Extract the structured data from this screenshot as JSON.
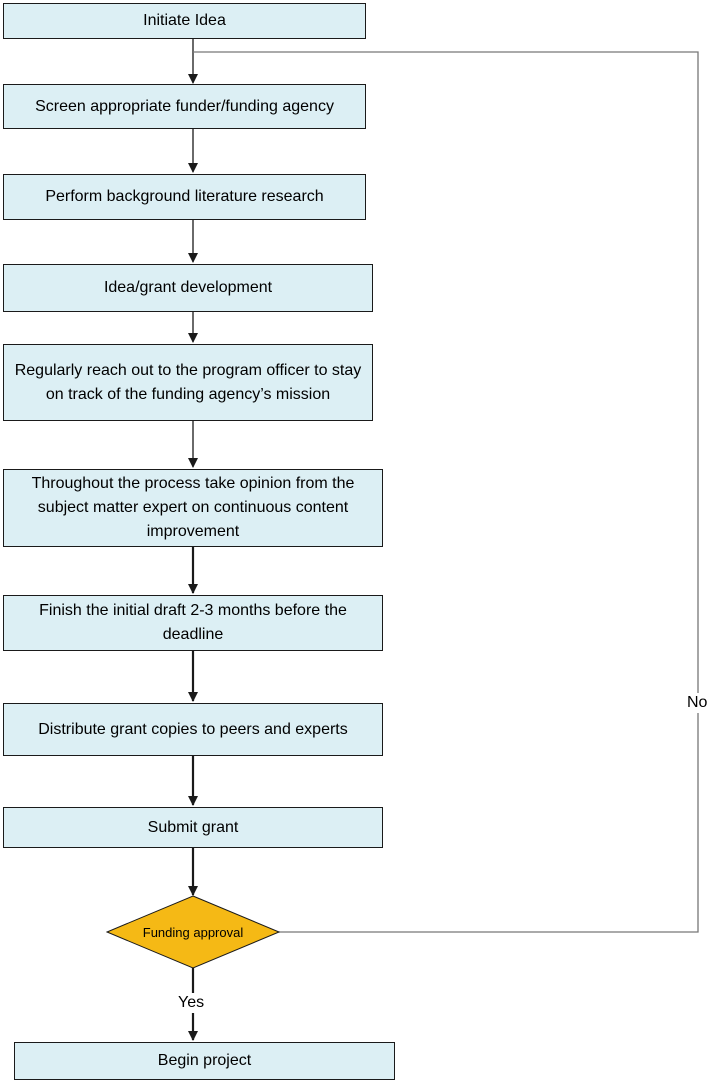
{
  "diagram": {
    "colors": {
      "box_fill": "#dcefF4",
      "decision_fill": "#f5b915",
      "line": "#1a1a1a",
      "loop_line": "#777777"
    },
    "steps": [
      "Initiate Idea",
      "Screen appropriate funder/funding agency",
      "Perform background literature research",
      "Idea/grant development",
      "Regularly reach out to the program officer to stay on track of the funding agency’s mission",
      "Throughout the process take opinion from the subject matter expert on continuous content improvement",
      "Finish the initial draft 2-3 months before the deadline",
      "Distribute grant copies to peers and experts",
      "Submit grant"
    ],
    "decision": "Funding approval",
    "yes_label": "Yes",
    "no_label": "No",
    "end": "Begin project"
  }
}
